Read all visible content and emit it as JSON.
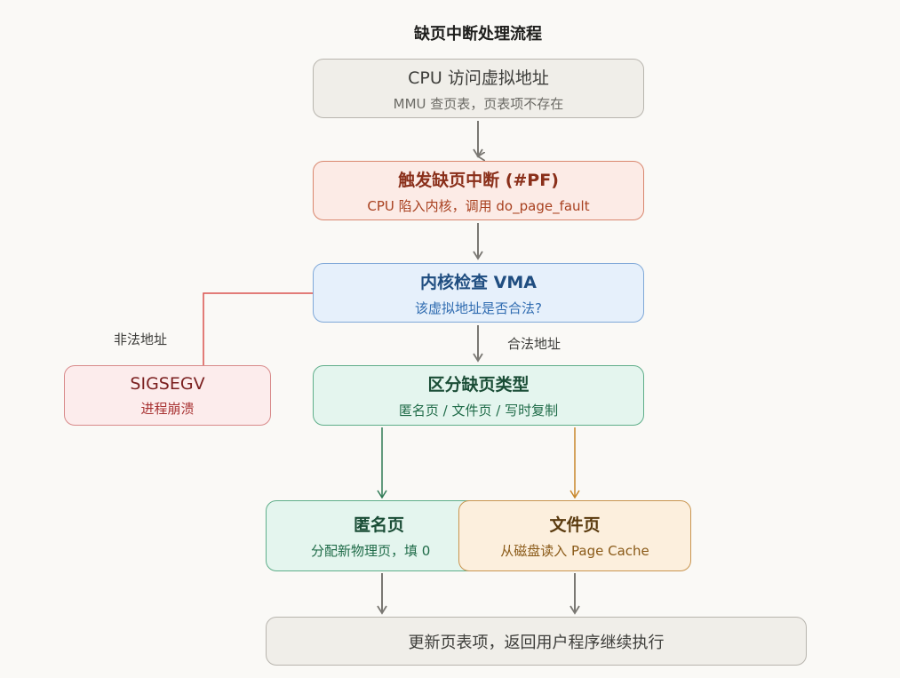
{
  "title": "缺页中断处理流程",
  "nodes": {
    "access": {
      "title": "CPU 访问虚拟地址",
      "sub": "MMU 查页表，页表项不存在"
    },
    "fault": {
      "title": "触发缺页中断 (#PF)",
      "sub": "CPU 陷入内核，调用 do_page_fault"
    },
    "vma": {
      "title": "内核检查 VMA",
      "sub": "该虚拟地址是否合法?"
    },
    "segv": {
      "title": "SIGSEGV",
      "sub": "进程崩溃"
    },
    "classify": {
      "title": "区分缺页类型",
      "sub": "匿名页 / 文件页 / 写时复制"
    },
    "anon": {
      "title": "匿名页",
      "sub": "分配新物理页，填 0"
    },
    "file": {
      "title": "文件页",
      "sub": "从磁盘读入 Page Cache"
    },
    "update": {
      "title": "更新页表项，返回用户程序继续执行"
    }
  },
  "edges": {
    "illegal": "非法地址",
    "legal": "合法地址"
  }
}
